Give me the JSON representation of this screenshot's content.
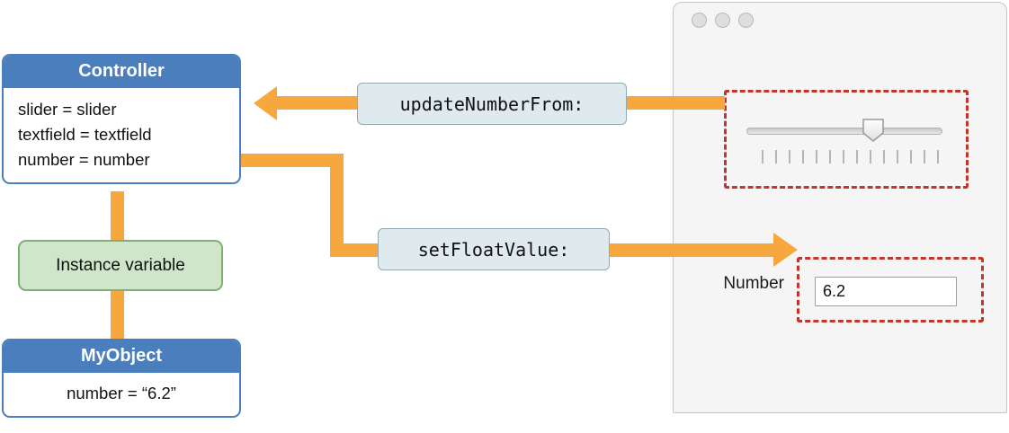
{
  "diagram": {
    "controller": {
      "title": "Controller",
      "lines": [
        "slider = slider",
        "textfield = textfield",
        "number = number"
      ]
    },
    "instance_variable": {
      "label": "Instance variable"
    },
    "myobject": {
      "title": "MyObject",
      "line": "number = “6.2”"
    },
    "messages": {
      "update": "updateNumberFrom:",
      "set": "setFloatValue:"
    }
  },
  "window": {
    "number_label": "Number",
    "number_field_value": "6.2"
  },
  "colors": {
    "arrow_orange": "#F6A73E",
    "box_blue": "#4A7EBC",
    "green_fill": "#CFE6CA",
    "green_border": "#7FAE77",
    "red_dashed": "#C2342C",
    "message_fill": "#DFEAEE",
    "window_bg": "#F5F5F5"
  }
}
